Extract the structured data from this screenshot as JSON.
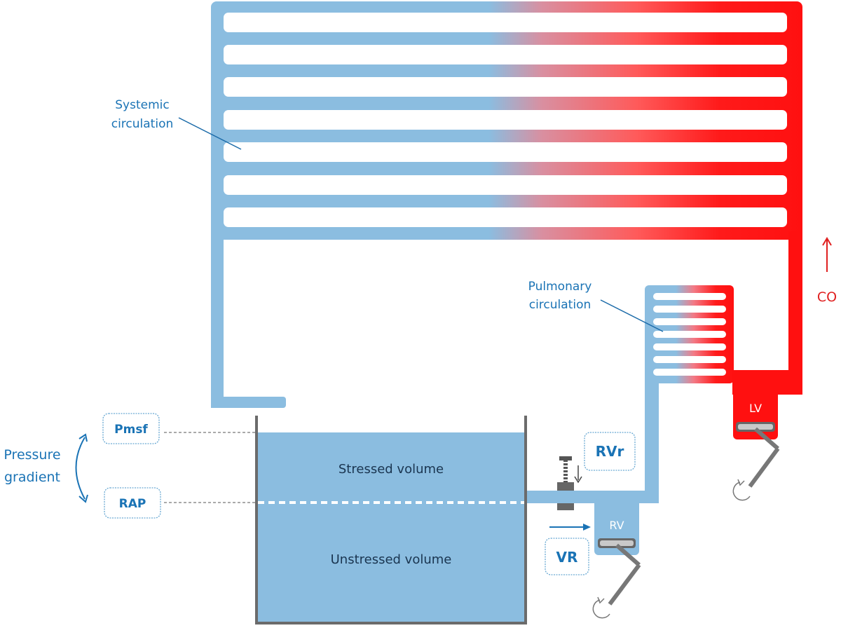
{
  "labels": {
    "systemic_line1": "Systemic",
    "systemic_line2": "circulation",
    "pulmonary_line1": "Pulmonary",
    "pulmonary_line2": "circulation",
    "co": "CO",
    "lv": "LV",
    "rv": "RV",
    "rvr": "RVr",
    "vr": "VR",
    "pmsf": "Pmsf",
    "rap": "RAP",
    "pressure_line1": "Pressure",
    "pressure_line2": "gradient",
    "stressed": "Stressed volume",
    "unstressed": "Unstressed volume"
  },
  "colors": {
    "venous_blue": "#8bbde0",
    "arterial_red": "#ff1010",
    "label_blue": "#1a73b5",
    "wall_gray": "#6b6b6b",
    "box_border": "#6aa9d3"
  }
}
